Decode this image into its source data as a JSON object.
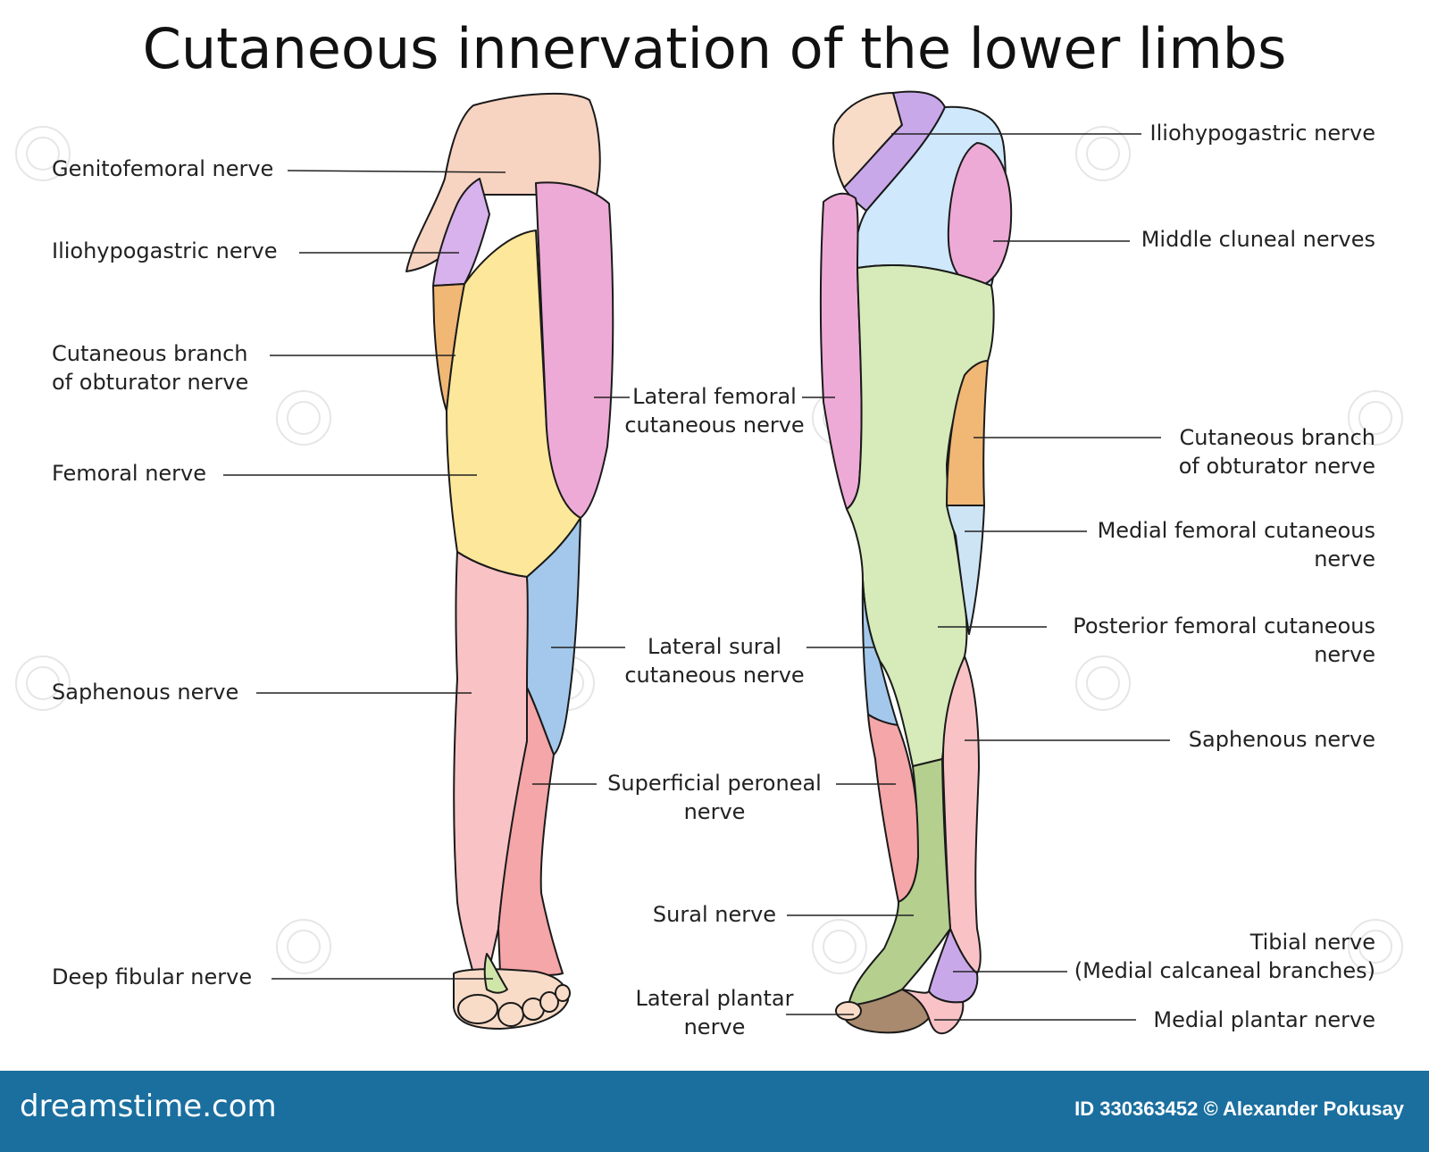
{
  "title": "Cutaneous innervation of the lower limbs",
  "labels": {
    "left": [
      {
        "id": "genitofemoral",
        "text": "Genitofemoral nerve"
      },
      {
        "id": "iliohypogastric",
        "text": "Iliohypogastric nerve"
      },
      {
        "id": "obturator",
        "lines": [
          "Cutaneous branch",
          "of obturator nerve"
        ]
      },
      {
        "id": "femoral",
        "text": "Femoral nerve"
      },
      {
        "id": "saphenous",
        "text": "Saphenous nerve"
      },
      {
        "id": "deep-fibular",
        "text": "Deep fibular nerve"
      }
    ],
    "center": [
      {
        "id": "lateral-femoral-cutaneous",
        "lines": [
          "Lateral femoral",
          "cutaneous nerve"
        ]
      },
      {
        "id": "lateral-sural-cutaneous",
        "lines": [
          "Lateral sural",
          "cutaneous nerve"
        ]
      },
      {
        "id": "superficial-peroneal",
        "lines": [
          "Superficial peroneal",
          "nerve"
        ]
      },
      {
        "id": "sural",
        "text": "Sural nerve"
      },
      {
        "id": "lateral-plantar",
        "lines": [
          "Lateral plantar",
          "nerve"
        ]
      }
    ],
    "right": [
      {
        "id": "iliohypogastric-post",
        "text": "Iliohypogastric nerve"
      },
      {
        "id": "middle-cluneal",
        "text": "Middle cluneal nerves"
      },
      {
        "id": "obturator-post",
        "lines": [
          "Cutaneous branch",
          "of obturator nerve"
        ]
      },
      {
        "id": "medial-femoral-cutaneous",
        "lines": [
          "Medial femoral cutaneous",
          "nerve"
        ]
      },
      {
        "id": "posterior-femoral-cutaneous",
        "lines": [
          "Posterior femoral cutaneous",
          "nerve"
        ]
      },
      {
        "id": "saphenous-post",
        "text": "Saphenous nerve"
      },
      {
        "id": "tibial",
        "lines": [
          "Tibial nerve",
          "(Medial calcaneal branches)"
        ]
      },
      {
        "id": "medial-plantar",
        "text": "Medial plantar nerve"
      }
    ]
  },
  "colors": {
    "genitofemoral": "#f7d3c1",
    "iliohypogastric": "#d8b2ec",
    "obturator": "#f0b775",
    "femoral": "#fde79a",
    "lateral-femoral": "#eeaad6",
    "saphenous": "#f9c3c6",
    "lateral-sural": "#a4c8ec",
    "superficial-peroneal": "#f5a6a8",
    "deep-fibular": "#cfe6a8",
    "skin": "#f8dcc8",
    "posterior-femoral": "#d6ebb9",
    "sural": "#b5cf8f",
    "medial-femoral": "#cde4f5",
    "cluneal-sky": "#cfe8fb",
    "tibial": "#c9a8ea",
    "lateral-plantar": "#a98a6e",
    "outline": "#1a1a1a",
    "footer": "#1a6f9f"
  },
  "footer": {
    "brand": "dreamstime.com",
    "credit": "ID 330363452 © Alexander Pokusay"
  }
}
